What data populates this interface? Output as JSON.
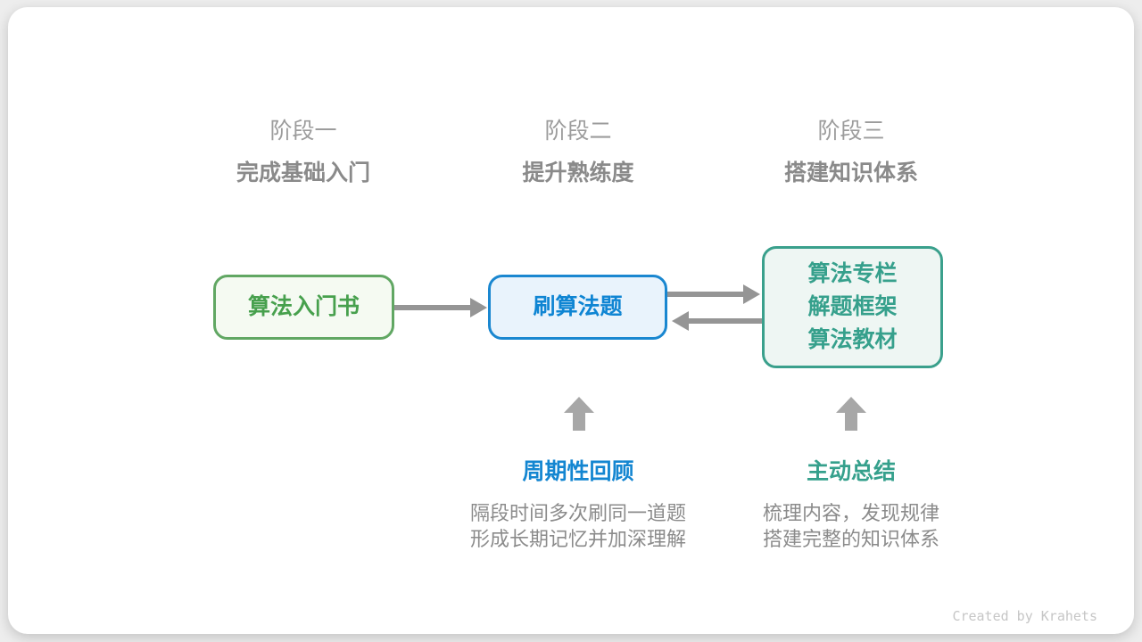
{
  "stages": [
    {
      "label": "阶段一",
      "title": "完成基础入门"
    },
    {
      "label": "阶段二",
      "title": "提升熟练度"
    },
    {
      "label": "阶段三",
      "title": "搭建知识体系"
    }
  ],
  "nodes": {
    "intro_book": {
      "label": "算法入门书"
    },
    "practice": {
      "label": "刷算法题"
    },
    "resources": {
      "lines": [
        "算法专栏",
        "解题框架",
        "算法教材"
      ]
    }
  },
  "annotations": {
    "review": {
      "title": "周期性回顾",
      "desc_lines": [
        "隔段时间多次刷同一道题",
        "形成长期记忆并加深理解"
      ]
    },
    "summarize": {
      "title": "主动总结",
      "desc_lines": [
        "梳理内容，发现规律",
        "搭建完整的知识体系"
      ]
    }
  },
  "credit": "Created by Krahets",
  "colors": {
    "green_text": "#47a04d",
    "green_border": "#61a763",
    "green_bg": "#f5faf2",
    "blue_text": "#0f85d3",
    "blue_border": "#1a87d0",
    "blue_bg": "#e9f3fc",
    "teal_text": "#36a08c",
    "teal_border": "#3aa08c",
    "teal_bg": "#eef6f3",
    "arrow_gray": "#959595",
    "up_arrow_gray": "#a7a7a7",
    "stage_label_gray": "#9c9c9c",
    "stage_title_gray": "#8a8a8a",
    "desc_gray": "#8b8b8b",
    "credit_gray": "#c6c6c6"
  }
}
